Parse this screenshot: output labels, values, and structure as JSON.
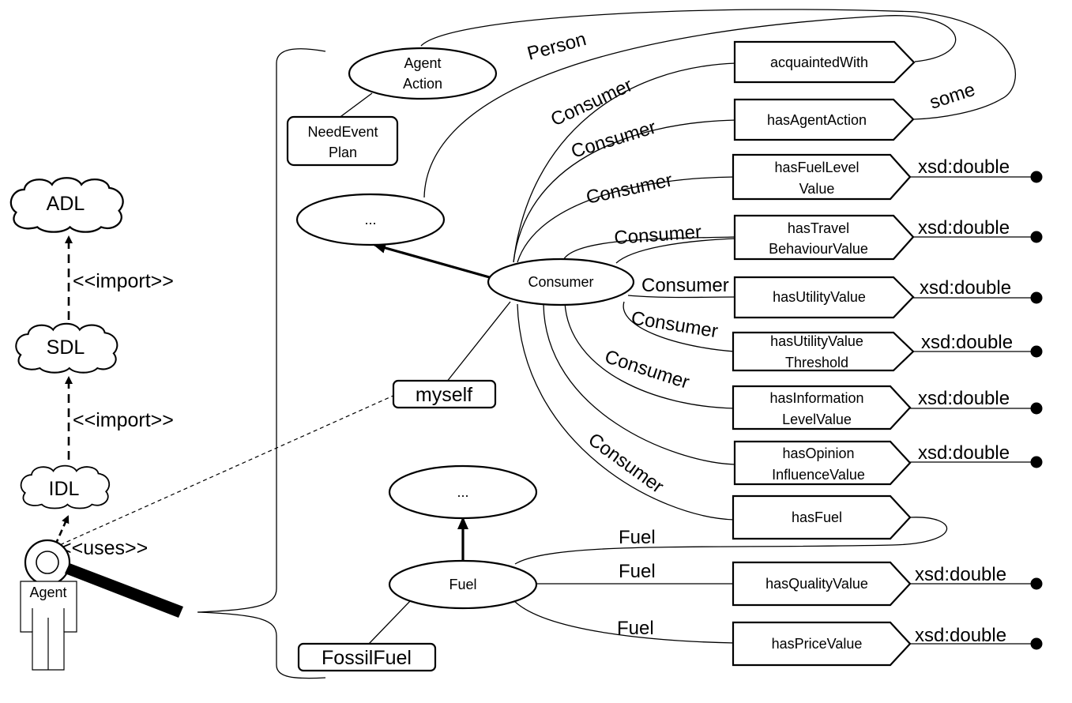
{
  "layers": {
    "adl": "ADL",
    "sdl": "SDL",
    "idl": "IDL"
  },
  "links": {
    "import_1": "<<import>>",
    "import_2": "<<import>>",
    "uses": "<<uses>>"
  },
  "agent": {
    "label": "Agent"
  },
  "classes": {
    "agent_action_1": "Agent",
    "agent_action_2": "Action",
    "unnamed_top": "...",
    "consumer": "Consumer",
    "unnamed_bottom": "...",
    "fuel": "Fuel"
  },
  "individuals": {
    "need_event_plan_1": "NeedEvent",
    "need_event_plan_2": "Plan",
    "myself": "myself",
    "fossil_fuel": "FossilFuel"
  },
  "properties": {
    "acquainted_with": "acquaintedWith",
    "has_agent_action": "hasAgentAction",
    "has_fuel_level_1": "hasFuelLevel",
    "has_fuel_level_2": "Value",
    "has_travel_1": "hasTravel",
    "has_travel_2": "BehaviourValue",
    "has_utility": "hasUtilityValue",
    "has_utility_threshold_1": "hasUtilityValue",
    "has_utility_threshold_2": "Threshold",
    "has_information_1": "hasInformation",
    "has_information_2": "LevelValue",
    "has_opinion_1": "hasOpinion",
    "has_opinion_2": "InfluenceValue",
    "has_fuel": "hasFuel",
    "has_quality": "hasQualityValue",
    "has_price": "hasPriceValue"
  },
  "edge_labels": {
    "person": "Person",
    "some": "some",
    "consumer_1": "Consumer",
    "consumer_2": "Consumer",
    "consumer_3": "Consumer",
    "consumer_4": "Consumer",
    "consumer_5": "Consumer",
    "consumer_6": "Consumer",
    "consumer_7": "Consumer",
    "consumer_8": "Consumer",
    "fuel_1": "Fuel",
    "fuel_2": "Fuel",
    "fuel_3": "Fuel"
  },
  "datatypes": {
    "fuel_level": "xsd:double",
    "travel": "xsd:double",
    "utility": "xsd:double",
    "utility_threshold": "xsd:double",
    "information": "xsd:double",
    "opinion": "xsd:double",
    "quality": "xsd:double",
    "price": "xsd:double"
  }
}
